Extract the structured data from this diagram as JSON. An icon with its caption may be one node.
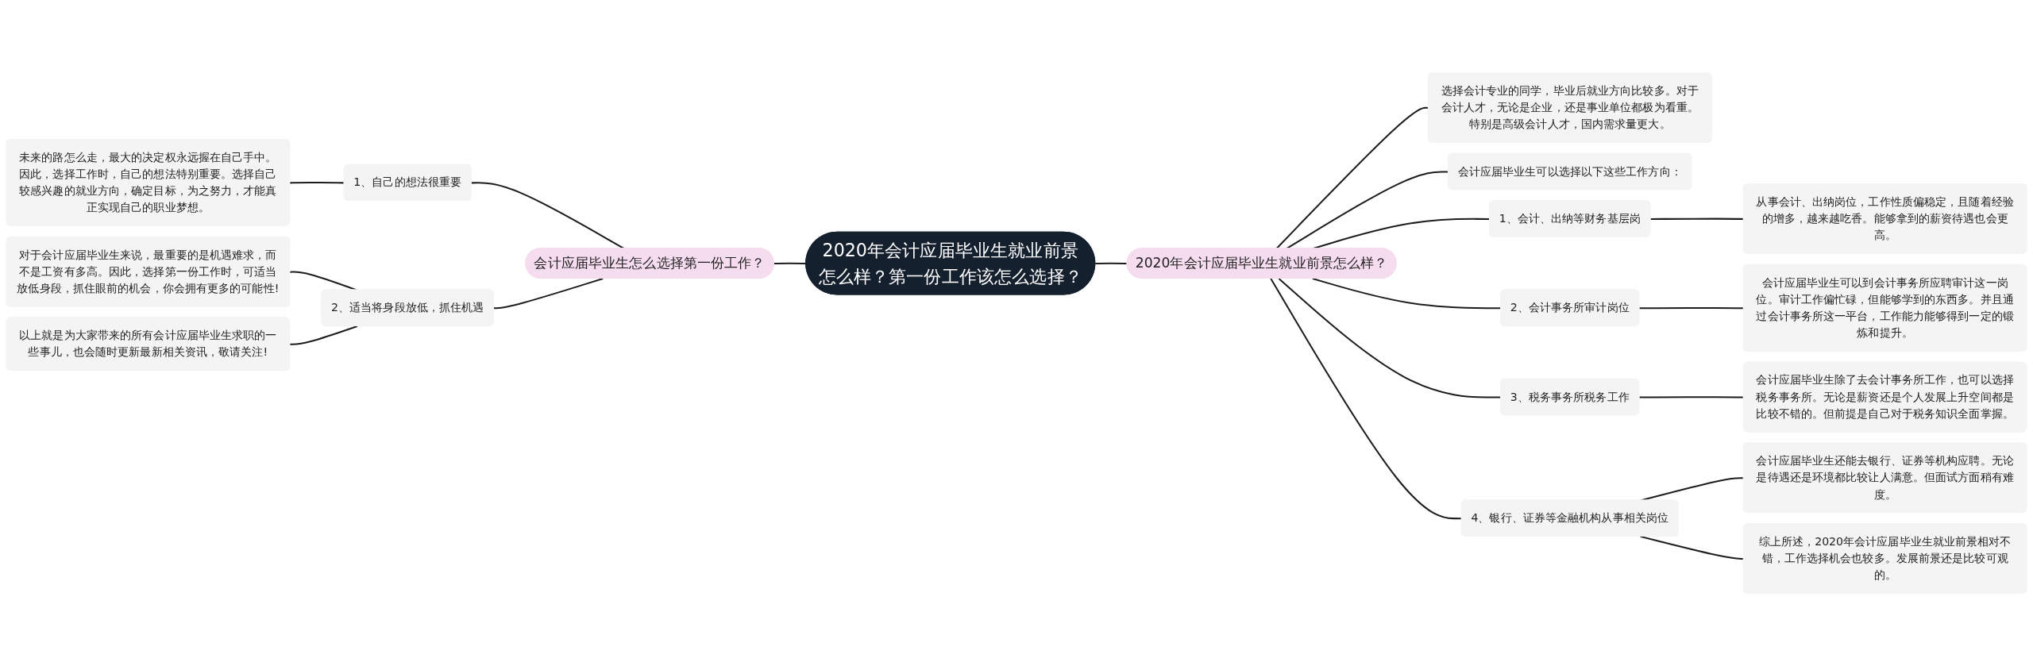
{
  "diagram": {
    "nodes": [
      {
        "text": [
          "2020年会计应届毕业生就业前景怎么样？第一份工作该怎么选择？"
        ]
      },
      {
        "text": [
          "会计应届毕业生怎么选择第一份工作？"
        ]
      },
      {
        "text": [
          "1、自己的想法很重要"
        ]
      },
      {
        "text": [
          "未来的路怎么走，最大的决定权永远握在自己手中。因此，选择工作时，自己的想法特别重要。选择自己较感兴趣的就业方向，确定目标，为之努力，才能真正实现自己的职业梦想。"
        ]
      },
      {
        "text": [
          "2、适当将身段放低，抓住机遇"
        ]
      },
      {
        "text": [
          "对于会计应届毕业生来说，最重要的是机遇难求，而不是工资有多高。因此，选择第一份工作时，可适当放低身段，抓住眼前的机会，你会拥有更多的可能性!"
        ]
      },
      {
        "text": [
          "以上就是为大家带来的所有会计应届毕业生求职的一些事儿，也会随时更新最新相关资讯，敬请关注!"
        ]
      },
      {
        "text": [
          "2020年会计应届毕业生就业前景怎么样？"
        ]
      },
      {
        "text": [
          "选择会计专业的同学，毕业后就业方向比较多。对于会计人才，无论是企业，还是事业单位都极为看重。特别是高级会计人才，国内需求量更大。"
        ]
      },
      {
        "text": [
          "会计应届毕业生可以选择以下这些工作方向："
        ]
      },
      {
        "text": [
          "1、会计、出纳等财务基层岗"
        ]
      },
      {
        "text": [
          "从事会计、出纳岗位，工作性质偏稳定，且随着经验的增多，越来越吃香。能够拿到的薪资待遇也会更高。"
        ]
      },
      {
        "text": [
          "2、会计事务所审计岗位"
        ]
      },
      {
        "text": [
          "会计应届毕业生可以到会计事务所应聘审计这一岗位。审计工作偏忙碌，但能够学到的东西多。并且通过会计事务所这一平台，工作能力能够得到一定的锻炼和提升。"
        ]
      },
      {
        "text": [
          "3、税务事务所税务工作"
        ]
      },
      {
        "text": [
          "会计应届毕业生除了去会计事务所工作，也可以选择税务事务所。无论是薪资还是个人发展上升空间都是比较不错的。但前提是自己对于税务知识全面掌握。"
        ]
      },
      {
        "text": [
          "4、银行、证券等金融机构从事相关岗位"
        ]
      },
      {
        "text": [
          "会计应届毕业生还能去银行、证券等机构应聘。无论是待遇还是环境都比较让人满意。但面试方面稍有难度。"
        ]
      },
      {
        "text": [
          "综上所述，2020年会计应届毕业生就业前景相对不错，工作选择机会也较多。发展前景还是比较可观的。"
        ]
      }
    ],
    "edges": [
      {
        "from": 1,
        "to": 0,
        "arrow": "none"
      },
      {
        "from": 2,
        "to": 1,
        "arrow": "none"
      },
      {
        "from": 3,
        "to": 2,
        "arrow": "none"
      },
      {
        "from": 4,
        "to": 1,
        "arrow": "none"
      },
      {
        "from": 5,
        "to": 4,
        "arrow": "none"
      },
      {
        "from": 6,
        "to": 4,
        "arrow": "none"
      },
      {
        "from": 0,
        "to": 7,
        "arrow": "none"
      },
      {
        "from": 7,
        "to": 8,
        "arrow": "none"
      },
      {
        "from": 7,
        "to": 9,
        "arrow": "none"
      },
      {
        "from": 7,
        "to": 10,
        "arrow": "none"
      },
      {
        "from": 10,
        "to": 11,
        "arrow": "none"
      },
      {
        "from": 7,
        "to": 12,
        "arrow": "none"
      },
      {
        "from": 12,
        "to": 13,
        "arrow": "none"
      },
      {
        "from": 7,
        "to": 14,
        "arrow": "none"
      },
      {
        "from": 14,
        "to": 15,
        "arrow": "none"
      },
      {
        "from": 7,
        "to": 16,
        "arrow": "none"
      },
      {
        "from": 16,
        "to": 17,
        "arrow": "none"
      },
      {
        "from": 16,
        "to": 18,
        "arrow": "none"
      }
    ]
  }
}
